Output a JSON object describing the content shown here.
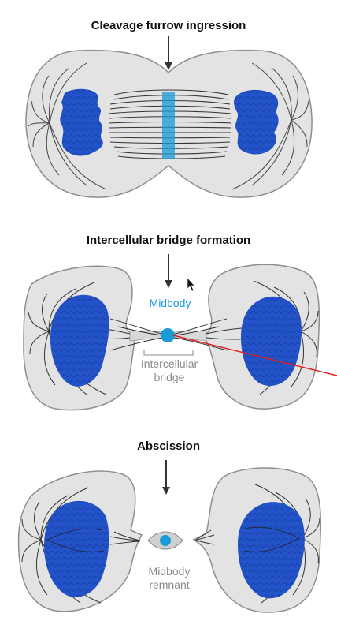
{
  "panels": [
    {
      "title": "Cleavage furrow ingression"
    },
    {
      "title": "Intercellular bridge formation",
      "labels": {
        "midbody": "Midbody",
        "bridge_line1": "Intercellular",
        "bridge_line2": "bridge"
      }
    },
    {
      "title": "Abscission",
      "labels": {
        "remnant_line1": "Midbody",
        "remnant_line2": "remnant"
      }
    }
  ],
  "colors": {
    "cell_fill": "#e3e3e3",
    "cell_stroke": "#8e8e8e",
    "chromatin": "#2253c9",
    "midbody": "#1a9ad6",
    "pointer_line": "#e02020",
    "microtubule": "#333333"
  },
  "icons": [
    "down-arrow-icon",
    "mouse-cursor-icon"
  ]
}
